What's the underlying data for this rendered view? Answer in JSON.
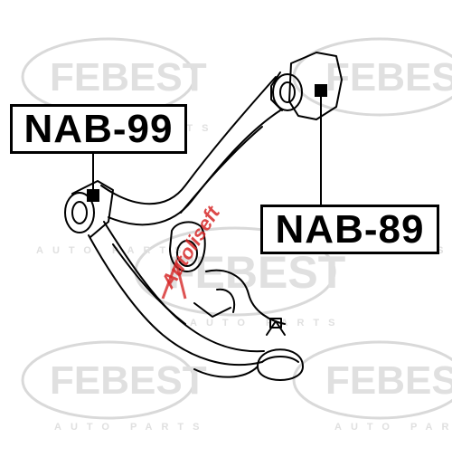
{
  "parts": [
    {
      "id": "nab99",
      "label": "NAB-99"
    },
    {
      "id": "nab89",
      "label": "NAB-89"
    }
  ],
  "watermark": {
    "brand": "FEBEST",
    "tagline": "AUTO PARTS",
    "site_overlay": "Autoliseft"
  },
  "colors": {
    "line": "#000000",
    "watermark": "#d9d9d9",
    "overlay_red": "#d62828",
    "overlay_dark": "#222222"
  }
}
